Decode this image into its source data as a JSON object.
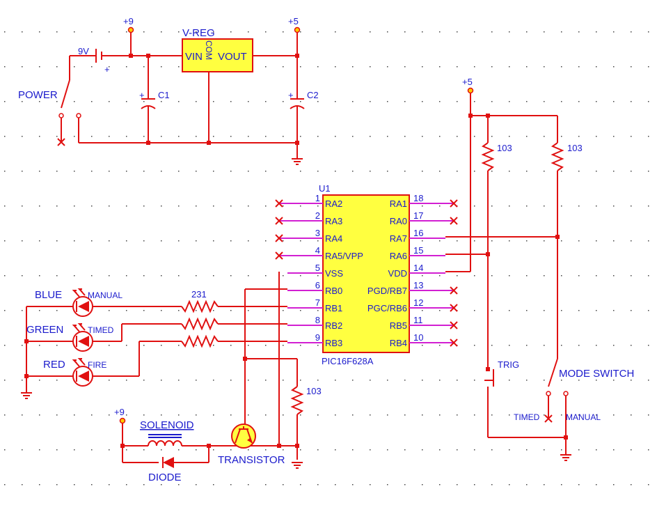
{
  "labels": {
    "plus9_top": "+9",
    "battery": "9V",
    "vreg_title": "V-REG",
    "vreg_vin": "VIN",
    "vreg_vout": "VOUT",
    "vreg_com": "COM",
    "plus5_top": "+5",
    "power": "POWER",
    "c1": "C1",
    "c2": "C2",
    "plus5_right": "+5",
    "r_top_left": "103",
    "r_top_right": "103",
    "u1": "U1",
    "chip_name": "PIC16F628A",
    "blue": "BLUE",
    "green": "GREEN",
    "red": "RED",
    "manual_led": "MANUAL",
    "timed_led": "TIMED",
    "fire_led": "FIRE",
    "r231": "231",
    "r_trans": "103",
    "trig": "TRIG",
    "mode_switch": "MODE SWITCH",
    "timed_sw": "TIMED",
    "manual_sw": "MANUAL",
    "plus9_bottom": "+9",
    "solenoid": "SOLENOID",
    "diode": "DIODE",
    "transistor": "TRANSISTOR"
  },
  "chip": {
    "left_pins": [
      {
        "num": "1",
        "name": "RA2"
      },
      {
        "num": "2",
        "name": "RA3"
      },
      {
        "num": "3",
        "name": "RA4"
      },
      {
        "num": "4",
        "name": "RA5/VPP"
      },
      {
        "num": "5",
        "name": "VSS"
      },
      {
        "num": "6",
        "name": "RB0"
      },
      {
        "num": "7",
        "name": "RB1"
      },
      {
        "num": "8",
        "name": "RB2"
      },
      {
        "num": "9",
        "name": "RB3"
      }
    ],
    "right_pins": [
      {
        "num": "18",
        "name": "RA1"
      },
      {
        "num": "17",
        "name": "RA0"
      },
      {
        "num": "16",
        "name": "RA7"
      },
      {
        "num": "15",
        "name": "RA6"
      },
      {
        "num": "14",
        "name": "VDD"
      },
      {
        "num": "13",
        "name": "PGD/RB7"
      },
      {
        "num": "12",
        "name": "PGC/RB6"
      },
      {
        "num": "11",
        "name": "RB5"
      },
      {
        "num": "10",
        "name": "RB4"
      }
    ]
  },
  "colors": {
    "wire": "#e01010",
    "pin": "#d21fd2",
    "text": "#1a1acc",
    "chip_fill": "#ffff40",
    "led_fill": "#e01010"
  }
}
